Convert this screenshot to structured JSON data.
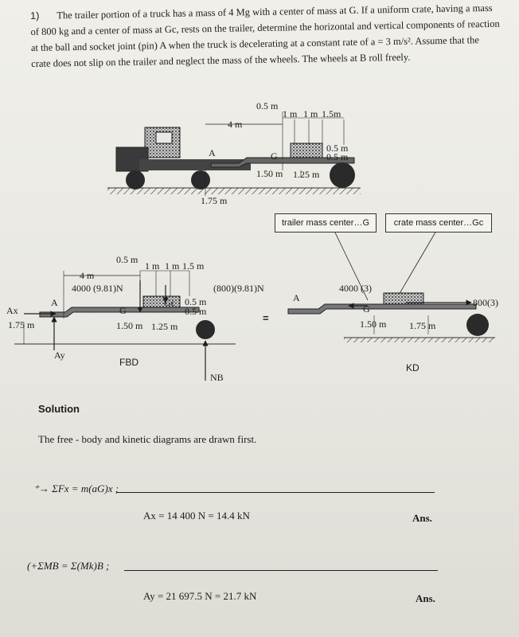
{
  "problem": {
    "number": "1)",
    "text": "The trailer portion of a truck has a mass of 4 Mg with a center of mass at G. If a uniform crate, having a mass of 800 kg and a center of mass at Gc, rests on the trailer, determine the horizontal and vertical components of reaction at the ball and socket joint (pin) A when the truck is decelerating at a constant rate of a = 3 m/s². Assume that the crate does not slip on the trailer and neglect the mass of the wheels. The wheels at B roll freely."
  },
  "truck_figure": {
    "dim_05": "0.5 m",
    "dim_1a": "1 m",
    "dim_1b": "1 m",
    "dim_15": "1.5m",
    "dim_4": "4 m",
    "label_A": "A",
    "label_G": "G",
    "dim_05_crate_top": "0.5 m",
    "dim_05_crate_bot": "0.5 m",
    "dim_150": "1.50 m",
    "dim_125": "1.25 m",
    "dim_175": "1.75 m"
  },
  "callouts": {
    "trailer": "trailer mass center…G",
    "crate": "crate mass center…Gc"
  },
  "fbd": {
    "dim_05": "0.5 m",
    "dim_1a": "1 m",
    "dim_1b": "1 m",
    "dim_15": "1.5 m",
    "dim_4": "4 m",
    "weight_trailer": "4000 (9.81)N",
    "weight_crate": "(800)(9.81)N",
    "label_Ax": "Ax",
    "label_A": "A",
    "label_G": "G",
    "label_Gc": "Gc",
    "dim_05_top": "0.5 m",
    "dim_05_bot": "0.5 m",
    "dim_175": "1.75 m",
    "dim_150": "1.50 m",
    "dim_125": "1.25 m",
    "label_Ay": "Ay",
    "label_NB": "NB",
    "caption": "FBD",
    "equals": "="
  },
  "kd": {
    "inertia_trailer": "4000 (3)",
    "inertia_crate": "800(3)",
    "label_A": "A",
    "label_G": "G",
    "dim_150": "1.50 m",
    "dim_175": "1.75 m",
    "caption": "KD"
  },
  "solution": {
    "heading": "Solution",
    "intro": "The free - body and kinetic diagrams are drawn first.",
    "eq1": "⁺→ ΣFx = m(aG)x ;",
    "result1": "Ax = 14 400 N = 14.4 kN",
    "ans1": "Ans.",
    "eq2": "(+ΣMB = Σ(Mk)B ;",
    "result2": "Ay = 21 697.5 N = 21.7 kN",
    "ans2": "Ans."
  }
}
